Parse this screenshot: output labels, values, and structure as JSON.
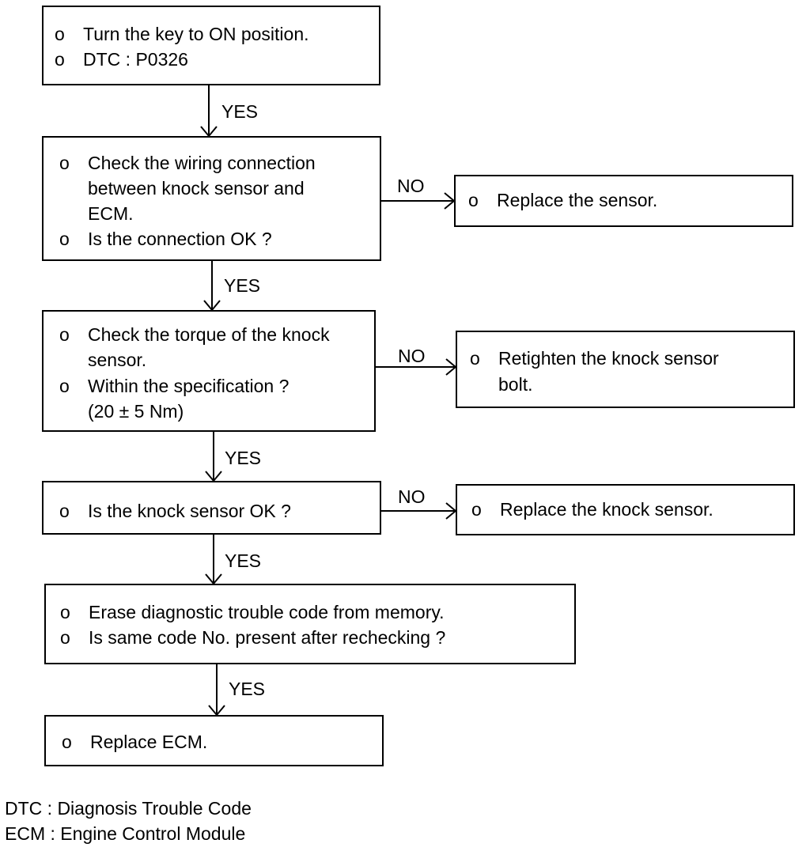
{
  "boxes": {
    "step1": {
      "lines": [
        {
          "bullet": "o",
          "text": "Turn the key to ON position."
        },
        {
          "bullet": "o",
          "text": "DTC : P0326"
        }
      ]
    },
    "step2": {
      "lines": [
        {
          "bullet": "o",
          "text": "Check the wiring connection"
        },
        {
          "bullet": "",
          "text": "between knock sensor and"
        },
        {
          "bullet": "",
          "text": "ECM."
        },
        {
          "bullet": "o",
          "text": "Is the connection OK ?"
        }
      ]
    },
    "step2_no": {
      "lines": [
        {
          "bullet": "o",
          "text": "Replace the sensor."
        }
      ]
    },
    "step3": {
      "lines": [
        {
          "bullet": "o",
          "text": "Check the torque of the knock"
        },
        {
          "bullet": "",
          "text": "sensor."
        },
        {
          "bullet": "o",
          "text": "Within the specification ?"
        },
        {
          "bullet": "",
          "text": "(20 ± 5 Nm)"
        }
      ]
    },
    "step3_no": {
      "lines": [
        {
          "bullet": "o",
          "text": "Retighten the knock sensor"
        },
        {
          "bullet": "",
          "text": "bolt."
        }
      ]
    },
    "step4": {
      "lines": [
        {
          "bullet": "o",
          "text": "Is the knock sensor OK ?"
        }
      ]
    },
    "step4_no": {
      "lines": [
        {
          "bullet": "o",
          "text": "Replace the knock sensor."
        }
      ]
    },
    "step5": {
      "lines": [
        {
          "bullet": "o",
          "text": "Erase diagnostic trouble code from memory."
        },
        {
          "bullet": "o",
          "text": "Is same code No. present after rechecking ?"
        }
      ]
    },
    "step6": {
      "lines": [
        {
          "bullet": "o",
          "text": "Replace ECM."
        }
      ]
    }
  },
  "labels": {
    "yes": "YES",
    "no": "NO"
  },
  "legend": [
    "DTC : Diagnosis Trouble Code",
    "ECM : Engine Control Module"
  ]
}
